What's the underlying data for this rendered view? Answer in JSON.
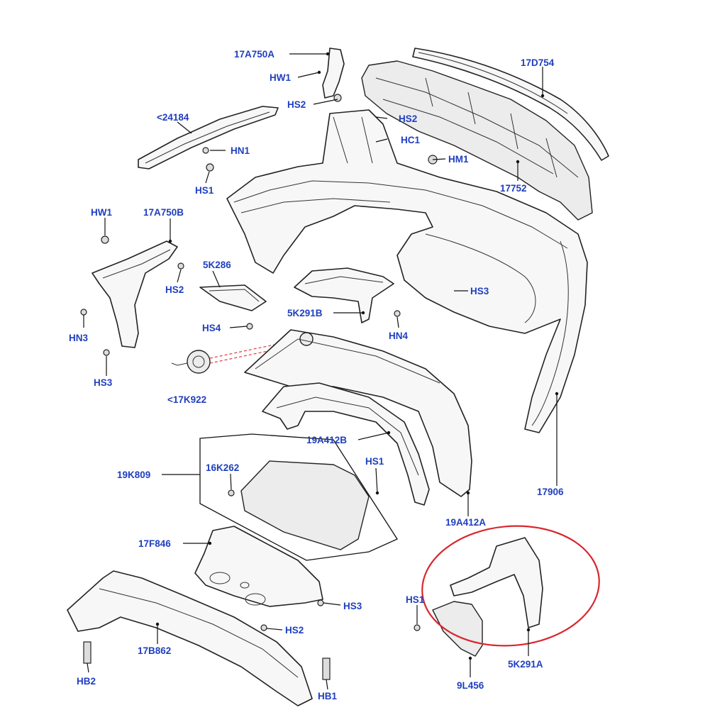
{
  "labels": {
    "l_17A750A": "17A750A",
    "l_HW1_top": "HW1",
    "l_HS2_top": "HS2",
    "l_17D754": "17D754",
    "l_24184": "<24184",
    "l_HS2_mid": "HS2",
    "l_HC1": "HC1",
    "l_HN1": "HN1",
    "l_HM1": "HM1",
    "l_HS1_top": "HS1",
    "l_17752": "17752",
    "l_HW1_left": "HW1",
    "l_17A750B": "17A750B",
    "l_5K286": "5K286",
    "l_HS2_left": "HS2",
    "l_HS3_right": "HS3",
    "l_5K291B": "5K291B",
    "l_HN3": "HN3",
    "l_HS4": "HS4",
    "l_HN4": "HN4",
    "l_HS3_left": "HS3",
    "l_17K922": "<17K922",
    "l_19A412B": "19A412B",
    "l_19K809": "19K809",
    "l_16K262": "16K262",
    "l_HS1_mid": "HS1",
    "l_17906": "17906",
    "l_19A412A": "19A412A",
    "l_17F846": "17F846",
    "l_HS3_bottom": "HS3",
    "l_HS2_bottom": "HS2",
    "l_HS1_bottom": "HS1",
    "l_17B862": "17B862",
    "l_5K291A": "5K291A",
    "l_HB2": "HB2",
    "l_HB1": "HB1",
    "l_9L456": "9L456"
  },
  "colors": {
    "label": "#1f3fbf",
    "highlight_ellipse": "#d9262e",
    "line_art": "#222222",
    "leader_dashed": "#e03a3a"
  }
}
